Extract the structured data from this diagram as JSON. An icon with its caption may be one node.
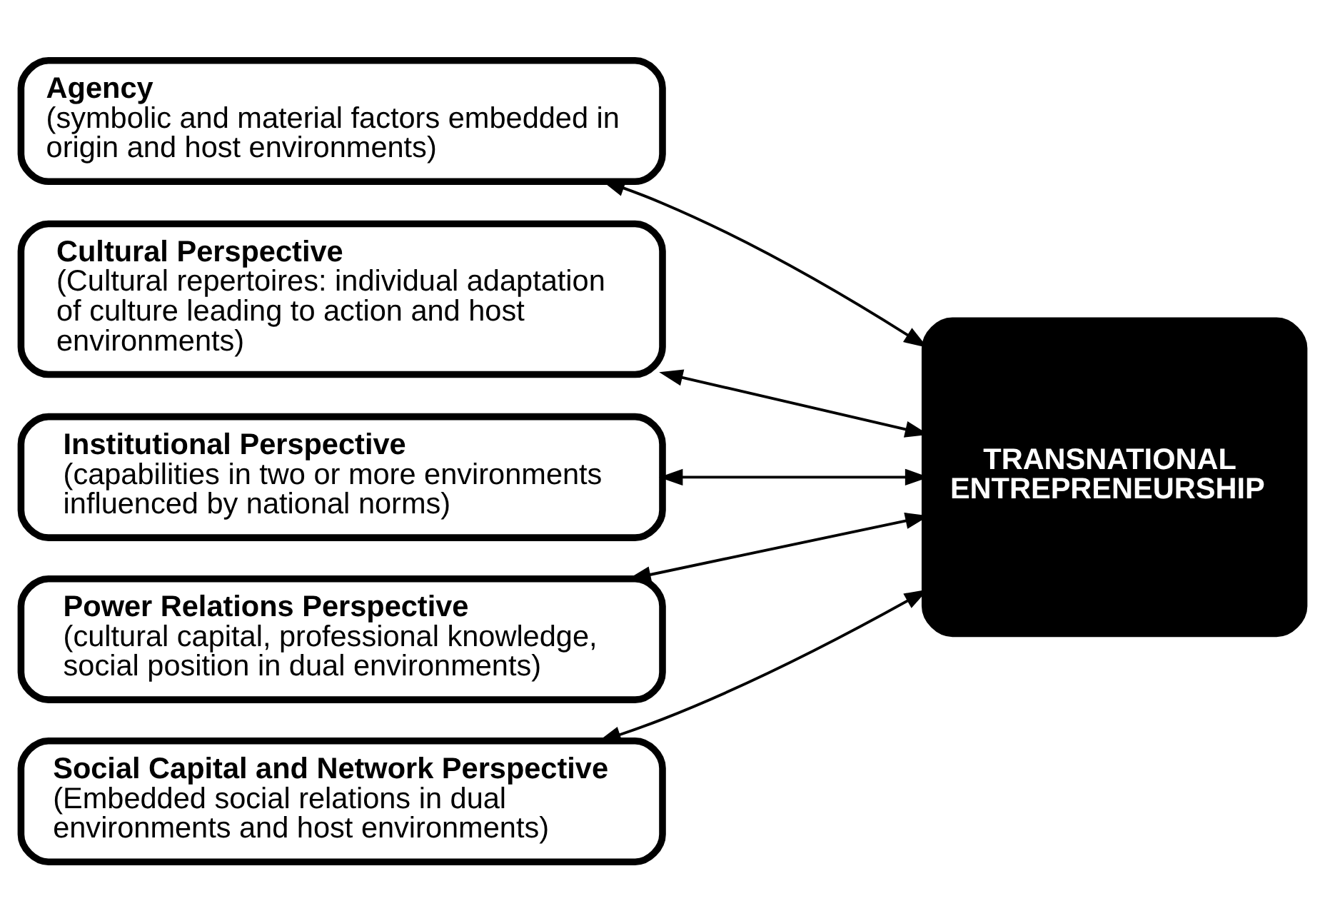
{
  "diagram": {
    "nodes": [
      {
        "text": [
          "Agency",
          "(symbolic and material factors embedded in origin and host environments)"
        ]
      },
      {
        "text": [
          "Cultural Perspective",
          "(Cultural repertoires: individual adaptation of culture leading to action and host environments)"
        ]
      },
      {
        "text": [
          "Institutional Perspective",
          "(capabilities in two or more environments influenced by national norms)"
        ]
      },
      {
        "text": [
          "Power Relations Perspective",
          "(cultural capital, professional knowledge, social position in dual environments)"
        ]
      },
      {
        "text": [
          "Social Capital and Network Perspective",
          "(Embedded social relations in dual environments and host environments)"
        ]
      },
      {
        "text": [
          "TRANSNATIONAL ENTREPRENEURSHIP"
        ]
      }
    ],
    "edges": [
      {
        "from": 0,
        "to": 5,
        "arrow": "both"
      },
      {
        "from": 1,
        "to": 5,
        "arrow": "both"
      },
      {
        "from": 2,
        "to": 5,
        "arrow": "both"
      },
      {
        "from": 3,
        "to": 5,
        "arrow": "both"
      },
      {
        "from": 4,
        "to": 5,
        "arrow": "both"
      }
    ]
  }
}
